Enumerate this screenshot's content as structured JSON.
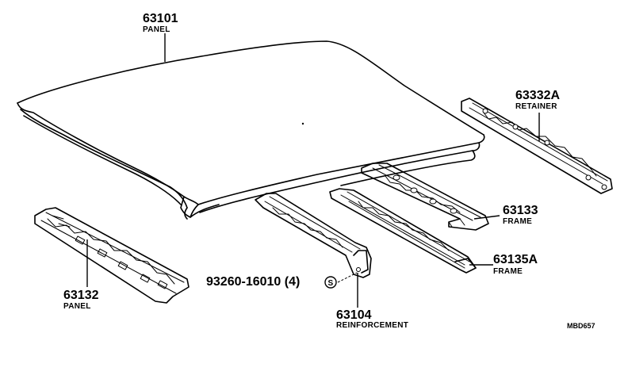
{
  "parts": {
    "roof_panel": {
      "number": "63101",
      "name": "PANEL"
    },
    "retainer": {
      "number": "63332A",
      "name": "RETAINER"
    },
    "frame_63133": {
      "number": "63133",
      "name": "FRAME"
    },
    "frame_63135a": {
      "number": "63135A",
      "name": "FRAME"
    },
    "rear_panel": {
      "number": "63132",
      "name": "PANEL"
    },
    "reinforcement": {
      "number": "63104",
      "name": "REINFORCEMENT"
    },
    "screw": {
      "number": "93260-16010 (4)",
      "symbol": "S"
    }
  },
  "diagram_code": "MBD657"
}
